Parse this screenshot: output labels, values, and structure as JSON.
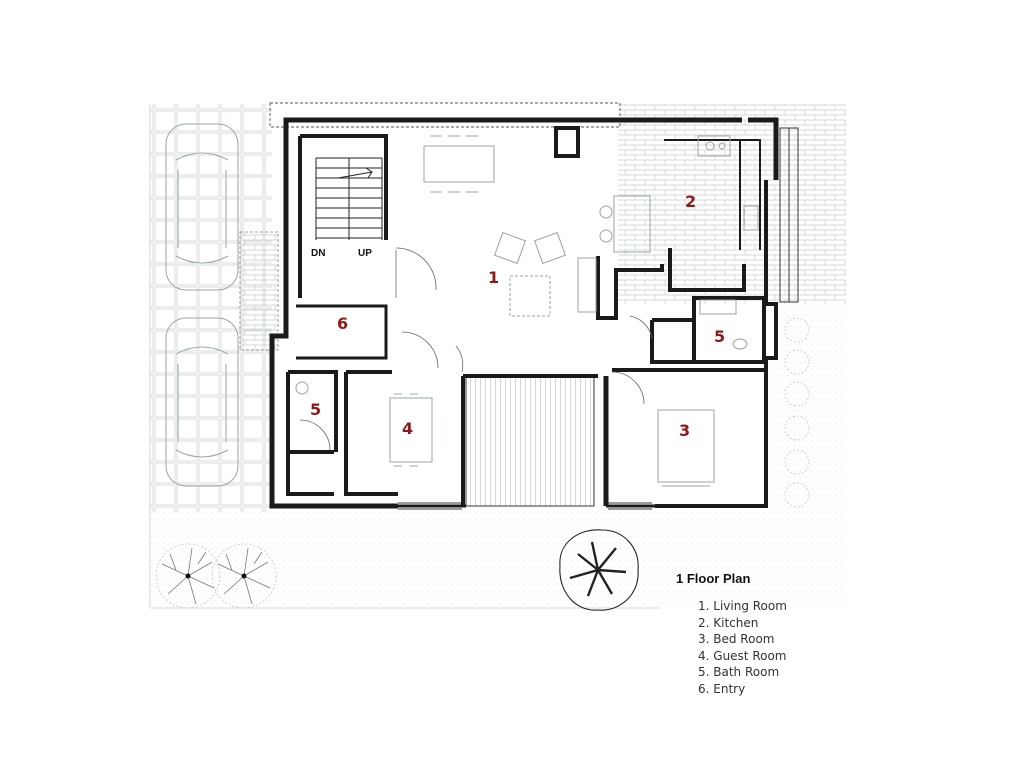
{
  "title": "1 Floor Plan",
  "legend": [
    "1. Living Room",
    "2. Kitchen",
    "3. Bed Room",
    "4. Guest Room",
    "5. Bath Room",
    "6. Entry"
  ],
  "room_numbers": {
    "living": "1",
    "kitchen": "2",
    "bedroom": "3",
    "guest": "4",
    "bath_left": "5",
    "bath_right": "5",
    "entry": "6"
  },
  "stair_labels": {
    "down": "DN",
    "up": "UP"
  },
  "colors": {
    "wall": "#1a1a1a",
    "room_number": "#8b1a1a",
    "hatch": "#b9c4c4",
    "furniture": "#9aa3a3"
  }
}
